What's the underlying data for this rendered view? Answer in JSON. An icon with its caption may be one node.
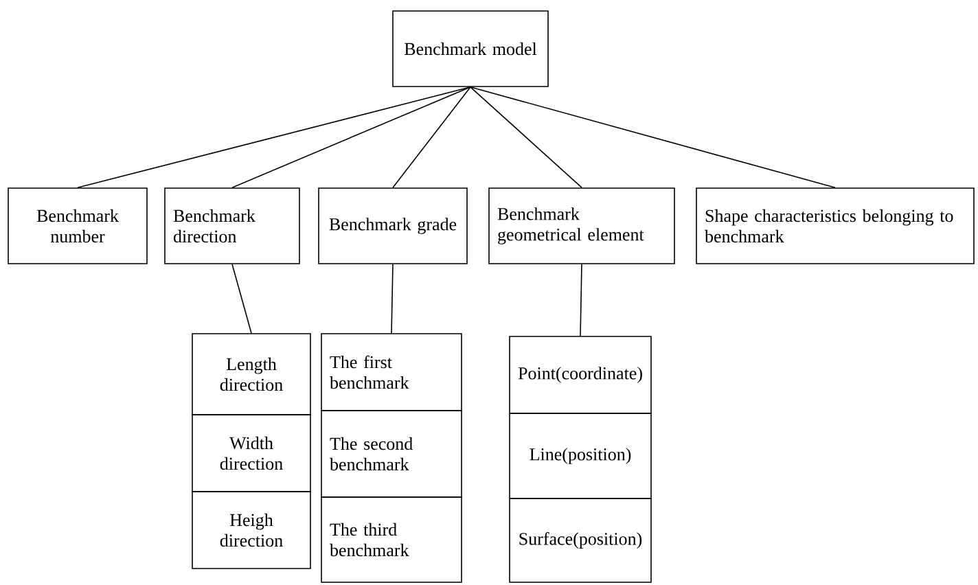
{
  "diagram": {
    "nodes": [
      {
        "text": [
          "Benchmark model"
        ]
      },
      {
        "text": [
          "Benchmark number"
        ]
      },
      {
        "text": [
          "Benchmark direction"
        ]
      },
      {
        "text": [
          "Benchmark grade"
        ]
      },
      {
        "text": [
          "Benchmark geometrical element"
        ]
      },
      {
        "text": [
          "Shape characteristics belonging to benchmark"
        ]
      },
      {
        "text": [
          "Length direction"
        ]
      },
      {
        "text": [
          "Width direction"
        ]
      },
      {
        "text": [
          "Heigh direction"
        ]
      },
      {
        "text": [
          "The first benchmark"
        ]
      },
      {
        "text": [
          "The second benchmark"
        ]
      },
      {
        "text": [
          "The third benchmark"
        ]
      },
      {
        "text": [
          "Point(coordinate)"
        ]
      },
      {
        "text": [
          "Line(position)"
        ]
      },
      {
        "text": [
          "Surface(position)"
        ]
      }
    ],
    "edges": [
      {
        "from": 0,
        "to": 1,
        "arrow": "none"
      },
      {
        "from": 0,
        "to": 2,
        "arrow": "none"
      },
      {
        "from": 0,
        "to": 3,
        "arrow": "none"
      },
      {
        "from": 0,
        "to": 4,
        "arrow": "none"
      },
      {
        "from": 0,
        "to": 5,
        "arrow": "none"
      },
      {
        "from": 2,
        "to": 6,
        "arrow": "none"
      },
      {
        "from": 3,
        "to": 9,
        "arrow": "none"
      },
      {
        "from": 4,
        "to": 12,
        "arrow": "none"
      }
    ]
  }
}
